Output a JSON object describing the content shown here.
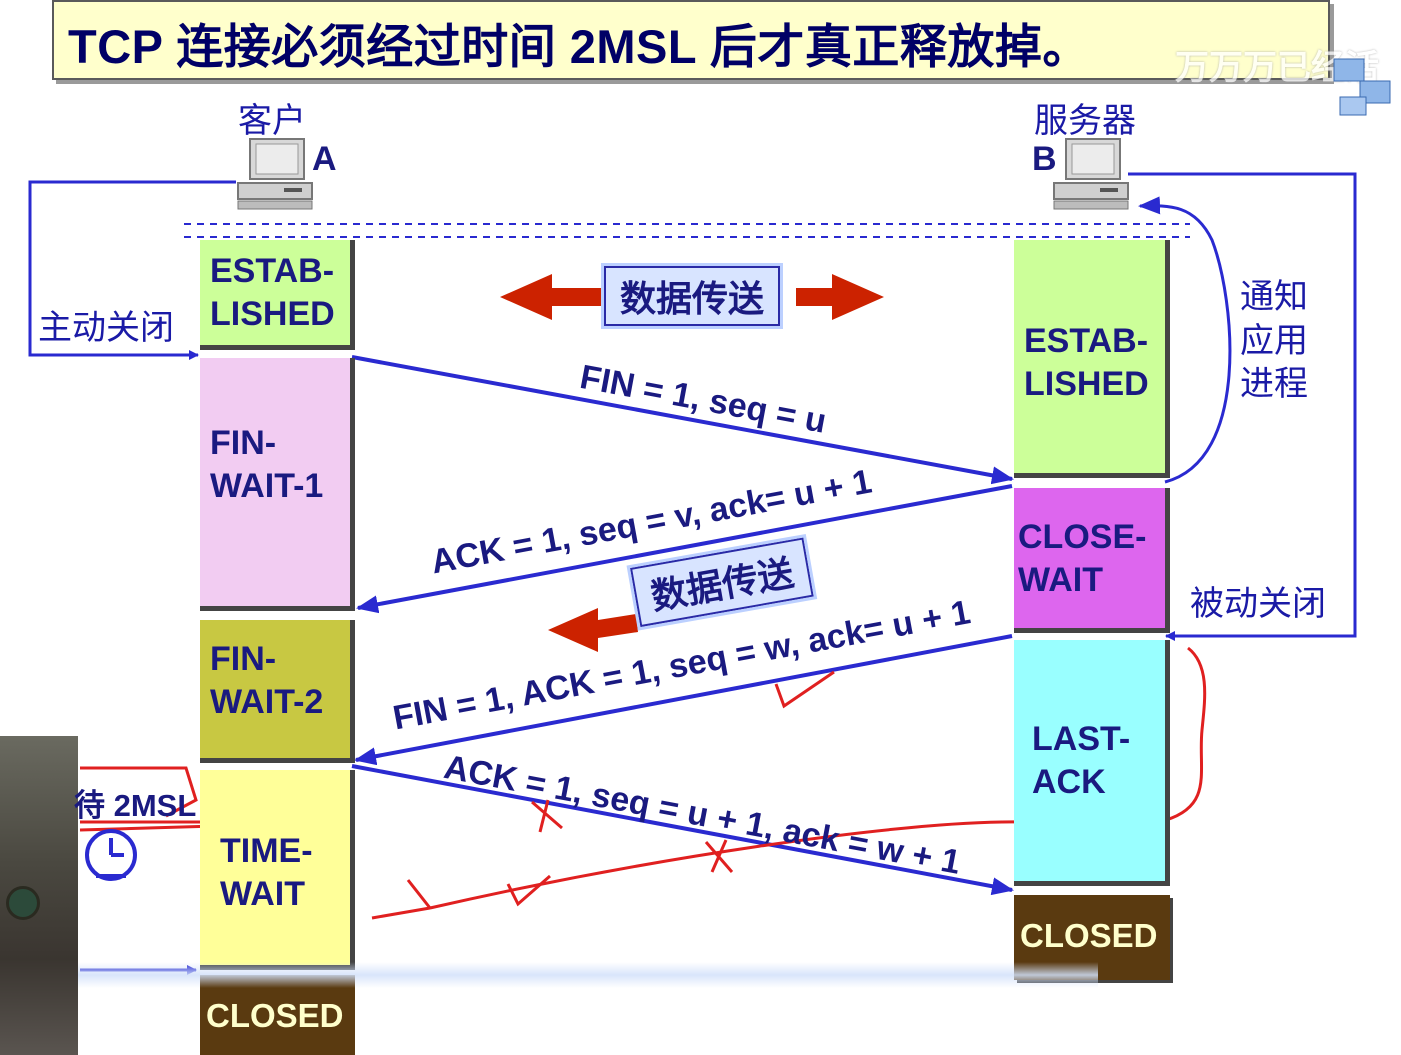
{
  "title": "TCP 连接必须经过时间 2MSL 后才真正释放掉。",
  "watermark": "万万万已经活",
  "client": {
    "label": "客户",
    "letter": "A"
  },
  "server": {
    "label": "服务器",
    "letter": "B"
  },
  "left_notes": {
    "active_close": "主动关闭",
    "wait": "待 2MSL"
  },
  "right_notes": {
    "notify": "通知\n应用\n进程",
    "passive_close": "被动关闭"
  },
  "client_states": [
    {
      "text": "ESTAB-\nLISHED",
      "color": "#ccff99"
    },
    {
      "text": "FIN-\nWAIT-1",
      "color": "#f2ccf2"
    },
    {
      "text": "FIN-\nWAIT-2",
      "color": "#c8c842"
    },
    {
      "text": "TIME-\nWAIT",
      "color": "#ffff99"
    },
    {
      "text": "CLOSED",
      "color": "#5a3a10"
    }
  ],
  "server_states": [
    {
      "text": "ESTAB-\nLISHED",
      "color": "#ccff99"
    },
    {
      "text": "CLOSE-\nWAIT",
      "color": "#dd66ee"
    },
    {
      "text": "LAST-\nACK",
      "color": "#99ffff"
    },
    {
      "text": "CLOSED",
      "color": "#5a3a10"
    }
  ],
  "messages": [
    "FIN = 1, seq = u",
    "ACK = 1, seq = v, ack= u + 1",
    "FIN = 1, ACK = 1, seq = w, ack= u + 1",
    "ACK = 1, seq = u + 1, ack = w + 1"
  ],
  "data_transfer": "数据传送",
  "colors": {
    "line": "#2a2ad0",
    "arrow_red": "#cc2200",
    "ink_red": "#e02020",
    "title_text": "#000066"
  }
}
